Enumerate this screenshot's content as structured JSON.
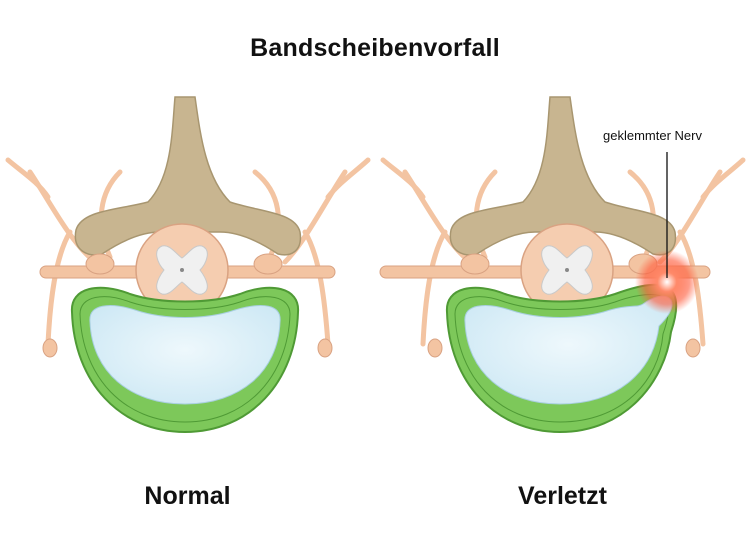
{
  "title": "Bandscheibenvorfall",
  "panels": [
    {
      "label": "Normal"
    },
    {
      "label": "Verletzt",
      "annotation": "geklemmter Nerv"
    }
  ],
  "colors": {
    "bone": "#c8b590",
    "bone_dark": "#a89670",
    "nerve": "#f3c4a2",
    "nerve_dark": "#d9a282",
    "spinal_cord": "#f5cdb0",
    "grey_matter": "#f0f0f0",
    "annulus": "#7dc85a",
    "annulus_dark": "#4f9a35",
    "nucleus": "#d8eff8",
    "inflammation": "#ff5a3a"
  }
}
